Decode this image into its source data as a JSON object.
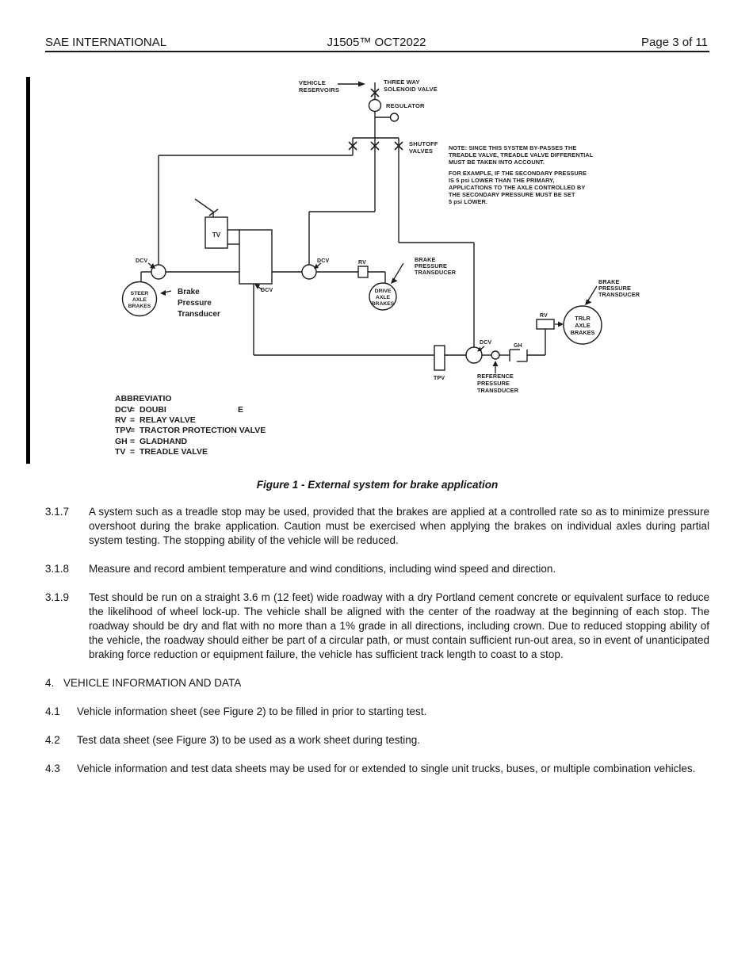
{
  "header": {
    "left": "SAE INTERNATIONAL",
    "center": "J1505™ OCT2022",
    "right": "Page 3 of 11"
  },
  "figure": {
    "caption": "Figure 1 - External system for brake application",
    "labels": {
      "vr": [
        "VEHICLE",
        "RESERVOIRS"
      ],
      "tw": [
        "THREE WAY",
        "SOLENOID VALVE"
      ],
      "regulator": "REGULATOR",
      "shutoff": [
        "SHUTOFF",
        "VALVES"
      ],
      "tv": "TV",
      "dcv": "DCV",
      "rv": "RV",
      "tpv": "TPV",
      "gh": "GH",
      "steer": [
        "STEER",
        "AXLE",
        "BRAKES"
      ],
      "drive": [
        "DRIVE",
        "AXLE",
        "BRAKES"
      ],
      "trlr": [
        "TRLR",
        "AXLE",
        "BRAKES"
      ],
      "bpt": [
        "BRAKE",
        "PRESSURE",
        "TRANSDUCER"
      ],
      "bpt_mixed": [
        "Brake",
        "Pressure",
        "Transducer"
      ],
      "ref": [
        "REFERENCE",
        "PRESSURE",
        "TRANSDUCER"
      ]
    },
    "note": [
      "NOTE: SINCE THIS SYSTEM BY-PASSES THE",
      "TREADLE VALVE, TREADLE VALVE DIFFERENTIAL",
      "MUST BE TAKEN INTO ACCOUNT.",
      "FOR EXAMPLE, IF THE SECONDARY PRESSURE",
      "IS 5 psi LOWER THAN THE PRIMARY,",
      "APPLICATIONS TO THE AXLE CONTROLLED BY",
      "THE SECONDARY PRESSURE MUST BE SET",
      "5 psi LOWER."
    ],
    "abbr": {
      "title": "ABBREVIATIO",
      "eq": "=",
      "stray": "E",
      "rows": [
        {
          "c": "DCV",
          "d": "DOUBI"
        },
        {
          "c": "RV",
          "d": "RELAY VALVE"
        },
        {
          "c": "TPV",
          "d": "TRACTOR PROTECTION VALVE"
        },
        {
          "c": "GH",
          "d": "GLADHAND"
        },
        {
          "c": "TV",
          "d": "TREADLE VALVE"
        }
      ]
    }
  },
  "sections": [
    {
      "num": "3.1.7",
      "text": "A system such as a treadle stop may be used, provided that the brakes are applied at a controlled rate so as to minimize pressure overshoot during the brake application. Caution must be exercised when applying the brakes on individual axles during partial system testing. The stopping ability of the vehicle will be reduced."
    },
    {
      "num": "3.1.8",
      "text": "Measure and record ambient temperature and wind conditions, including wind speed and direction."
    },
    {
      "num": "3.1.9",
      "text": "Test should be run on a straight 3.6 m (12 feet) wide roadway with a dry Portland cement concrete or equivalent surface to reduce the likelihood of wheel lock-up. The vehicle shall be aligned with the center of the roadway at the beginning of each stop. The roadway should be dry and flat with no more than a 1% grade in all directions, including crown. Due to reduced stopping ability of the vehicle, the roadway should either be part of a circular path, or must contain sufficient run-out area, so in event of unanticipated braking force reduction or equipment failure, the vehicle has sufficient track length to coast to a stop."
    },
    {
      "num": "4.",
      "text": "VEHICLE INFORMATION AND DATA"
    },
    {
      "num": "4.1",
      "text": "Vehicle information sheet (see Figure 2) to be filled in prior to starting test."
    },
    {
      "num": "4.2",
      "text": "Test data sheet (see Figure 3) to be used as a work sheet during testing."
    },
    {
      "num": "4.3",
      "text": "Vehicle information and test data sheets may be used for or extended to single unit trucks, buses, or multiple combination vehicles."
    }
  ]
}
